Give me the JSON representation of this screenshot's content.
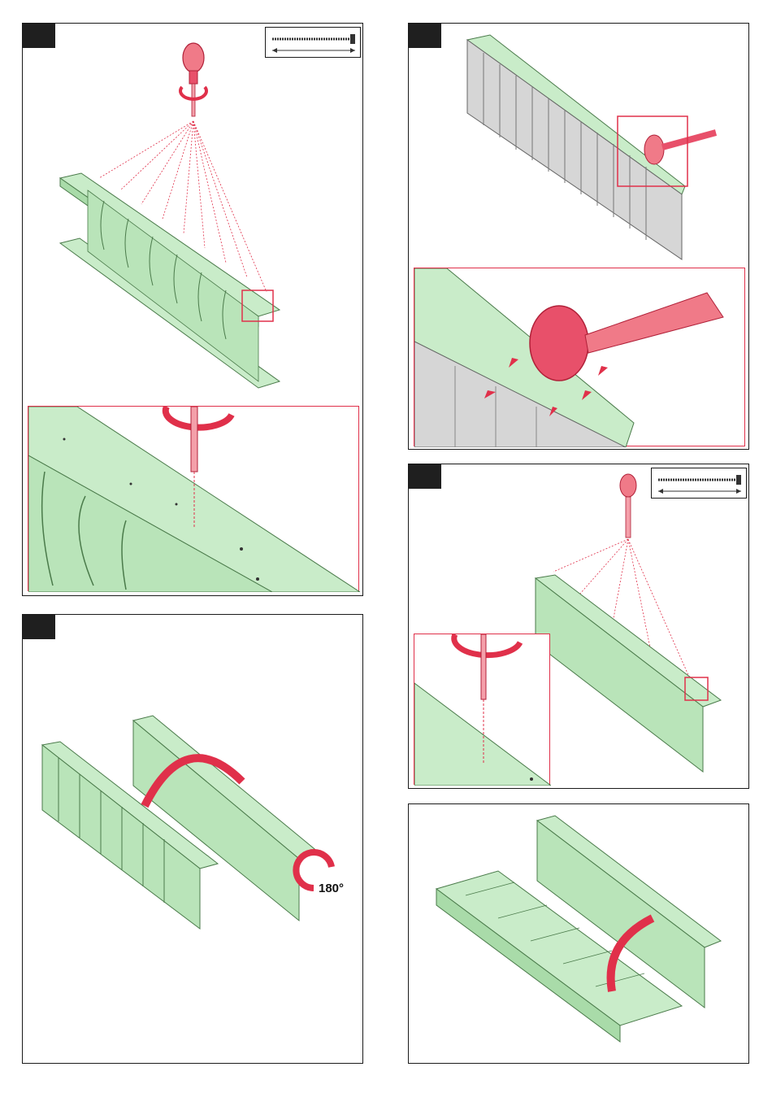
{
  "page": {
    "background": "#ffffff"
  },
  "colors": {
    "wood": "#c9ecc9",
    "wood_side": "#a9dba9",
    "wood_edge": "#4a7a4a",
    "grey_wood": "#d6d6d6",
    "accent": "#e0304a",
    "tab": "#1f1f1f"
  },
  "panels": [
    {
      "id": "screw-slats",
      "tools": [
        "screwdriver-icon",
        "rotation-arrow-icon",
        "screw-icon"
      ]
    },
    {
      "id": "hammer-plugs",
      "tools": [
        "mallet-icon",
        "impact-lines-icon"
      ]
    },
    {
      "id": "rotate-frame",
      "tools": [
        "rotate-arrow-icon",
        "rotate-180-icon"
      ],
      "rotation_label": "180°"
    },
    {
      "id": "screw-second-frame",
      "tools": [
        "screwdriver-icon",
        "rotation-arrow-icon",
        "screw-icon"
      ]
    },
    {
      "id": "fold-together",
      "tools": [
        "fold-arrow-icon"
      ]
    }
  ]
}
